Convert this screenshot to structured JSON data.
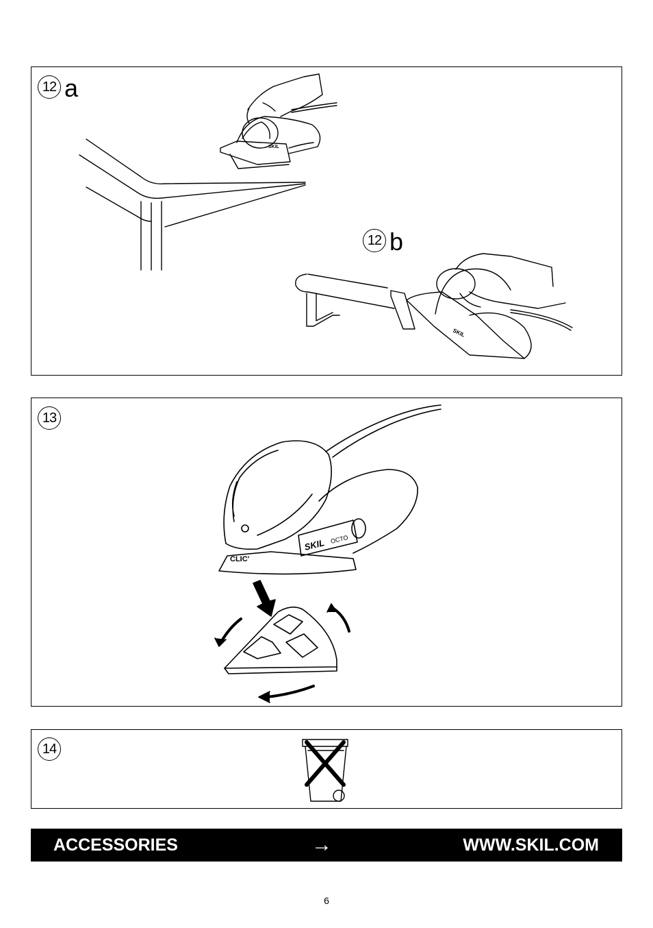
{
  "figures": {
    "fig12a": {
      "number": "12",
      "suffix": "a"
    },
    "fig12b": {
      "number": "12",
      "suffix": "b"
    },
    "fig13": {
      "number": "13"
    },
    "fig14": {
      "number": "14"
    }
  },
  "tool": {
    "brand": "SKIL",
    "model": "OCTO",
    "system": "CLIC'"
  },
  "icons": {
    "panel12": [
      "hand-icon",
      "sander-icon",
      "table-edge-icon",
      "tube-icon"
    ],
    "panel13": [
      "sander-icon",
      "down-arrow-icon",
      "rotate-arrow-icon",
      "sanding-pad-icon"
    ],
    "panel14": [
      "crossed-out-wheelie-bin-icon"
    ]
  },
  "footer": {
    "left": "ACCESSORIES",
    "arrow": "→",
    "right": "WWW.SKIL.COM"
  },
  "page_number": "6"
}
